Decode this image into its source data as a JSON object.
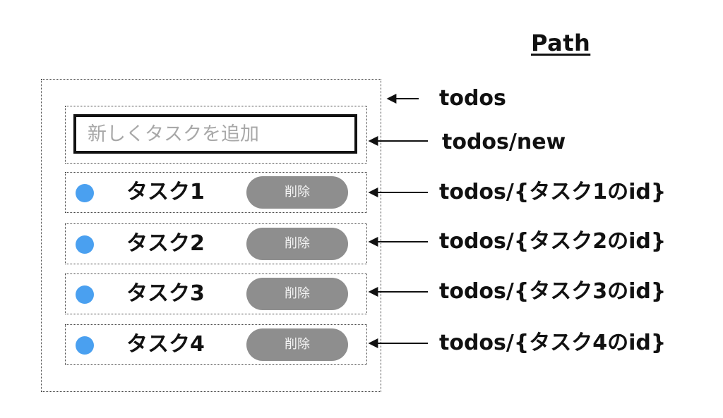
{
  "heading": "Path",
  "new_task": {
    "placeholder": "新しくタスクを追加"
  },
  "tasks": [
    {
      "label": "タスク1",
      "delete_label": "削除"
    },
    {
      "label": "タスク2",
      "delete_label": "削除"
    },
    {
      "label": "タスク3",
      "delete_label": "削除"
    },
    {
      "label": "タスク4",
      "delete_label": "削除"
    }
  ],
  "paths": {
    "todos": "todos",
    "new": "todos/new",
    "task1": "todos/{タスク1のid}",
    "task2": "todos/{タスク2のid}",
    "task3": "todos/{タスク3のid}",
    "task4": "todos/{タスク4のid}"
  },
  "colors": {
    "status_dot": "#4aa0f0",
    "delete_button": "#8e8e8e",
    "placeholder_text": "#a8a8a8"
  }
}
